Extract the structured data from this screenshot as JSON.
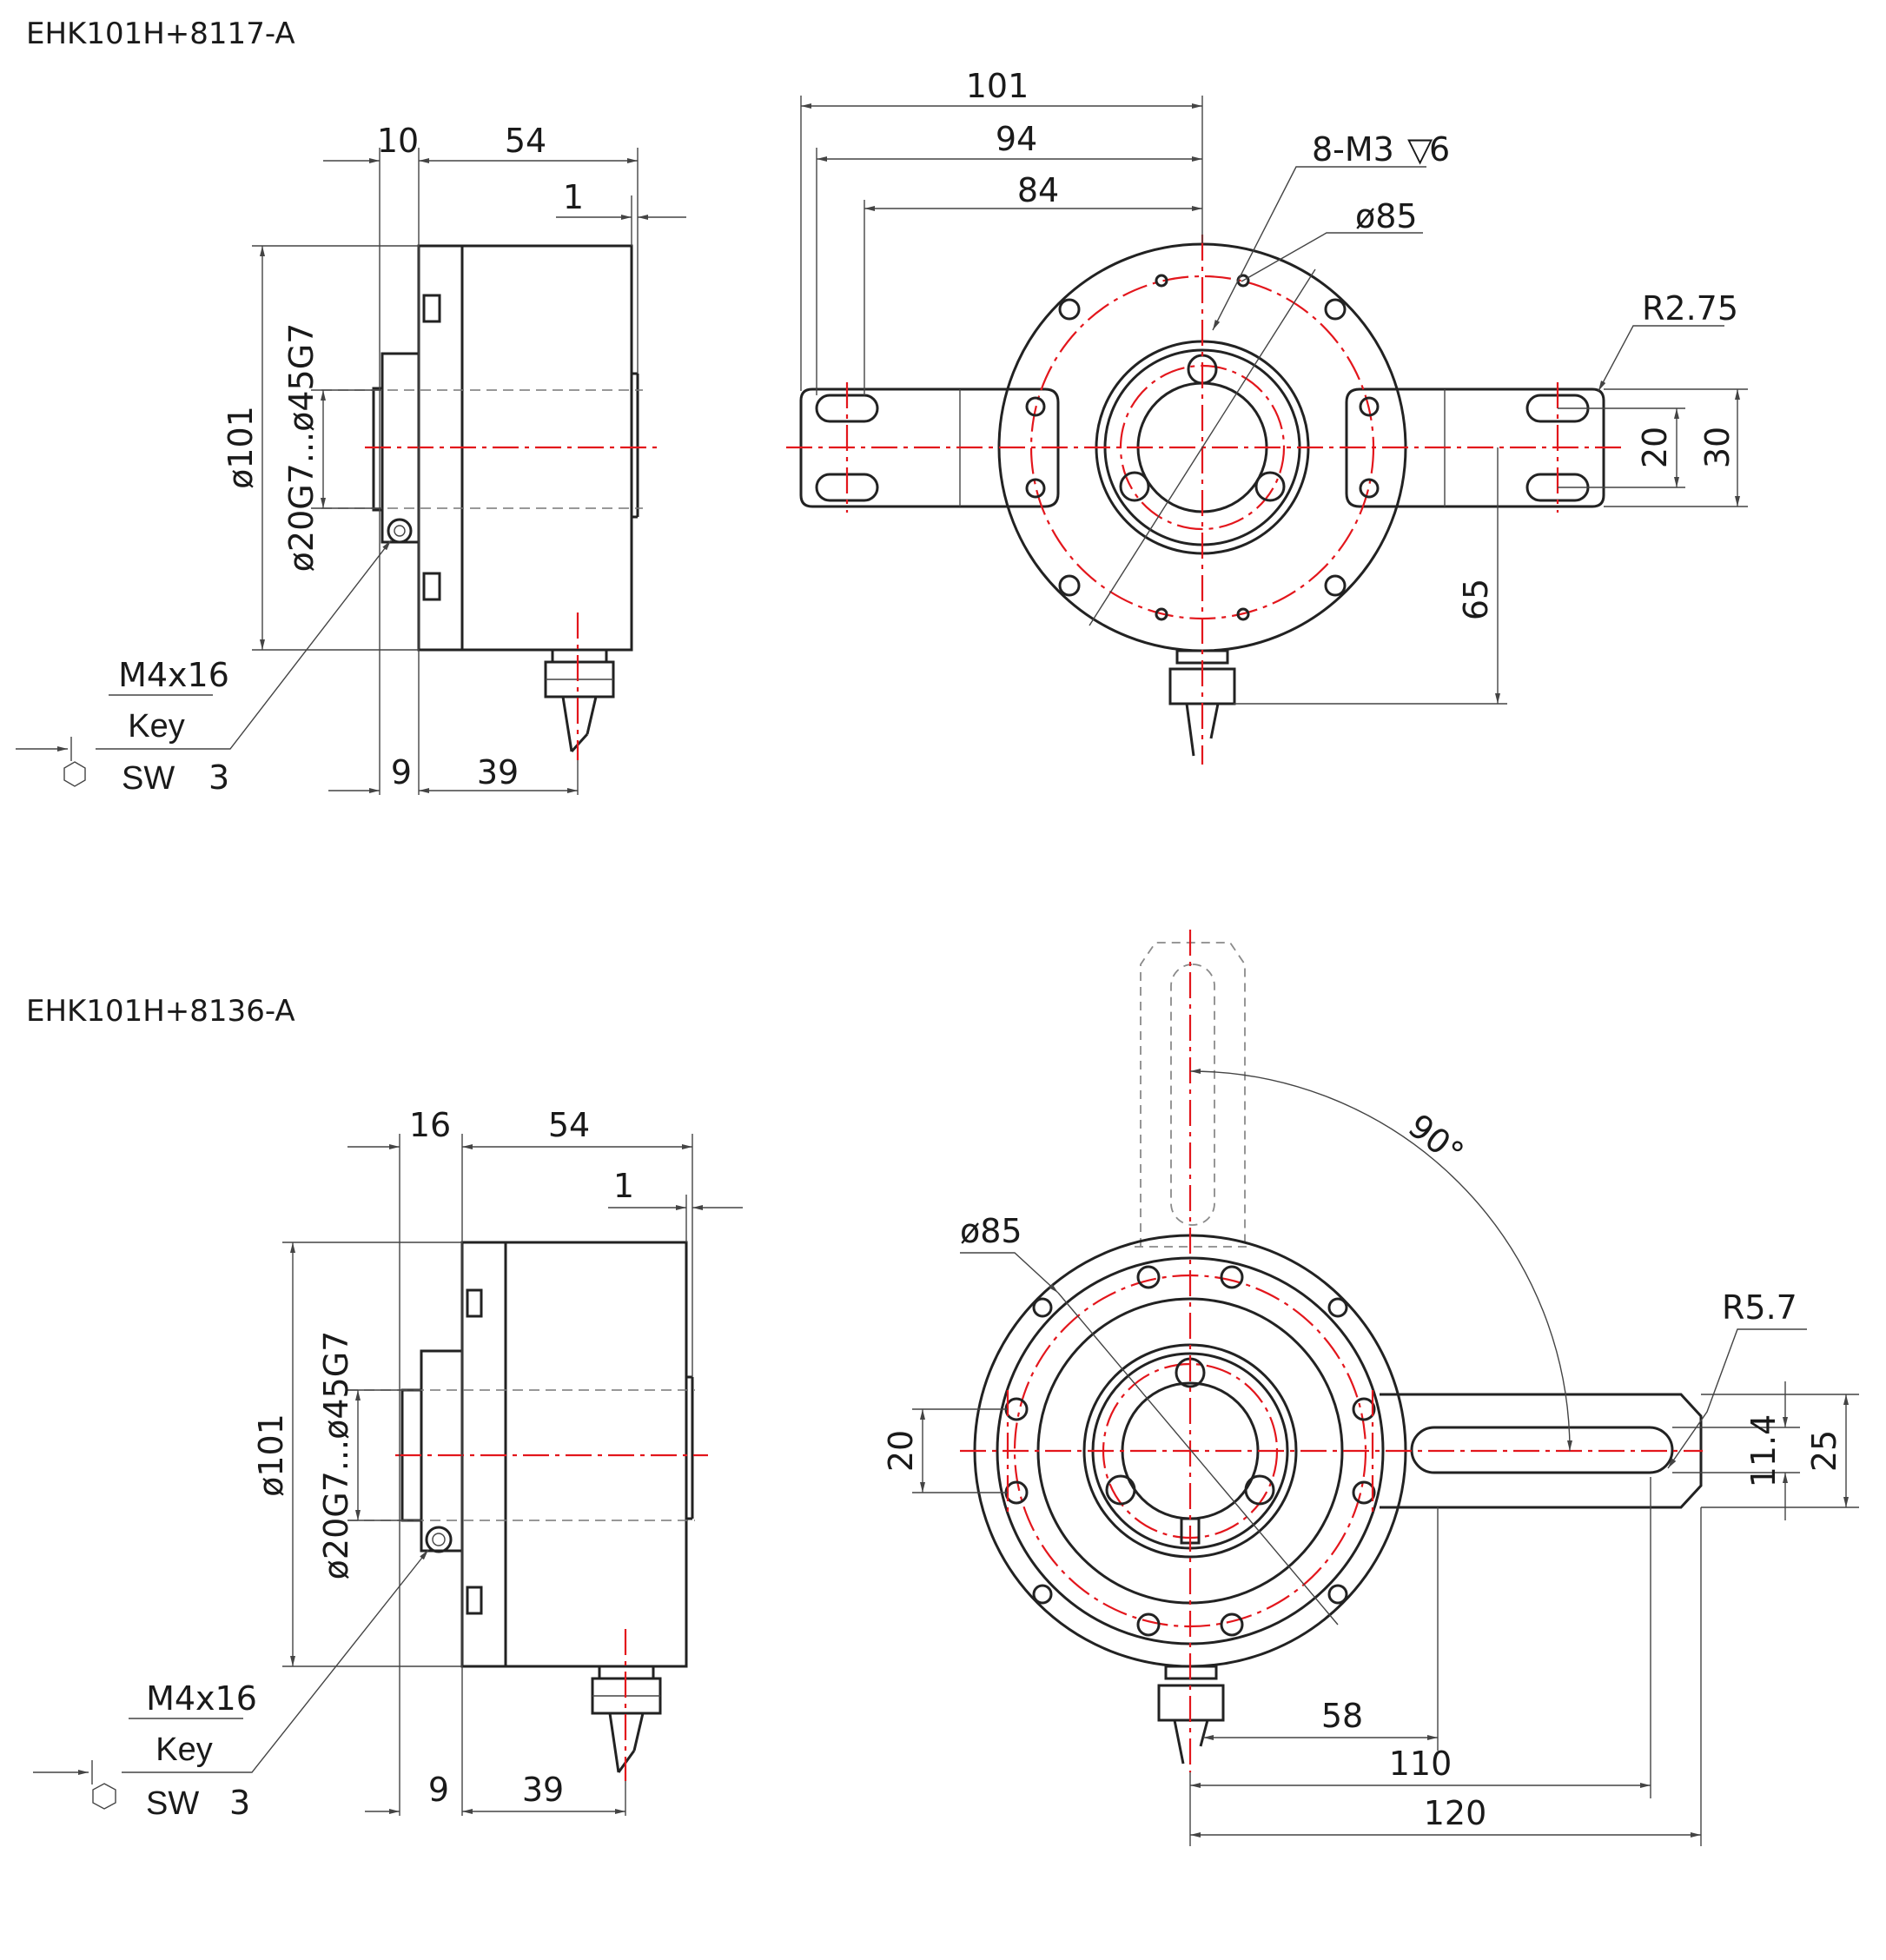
{
  "views": [
    {
      "title": "EHK101H+8117-A",
      "side": {
        "flange_width": "10",
        "body_length": "54",
        "rear_offset": "1",
        "diameter": "ø101",
        "bore": "ø20G7...ø45G7",
        "screw": "M4x16",
        "key_label": "Key",
        "sw_label": "SW",
        "sw_value": "3",
        "clamp_offset": "9",
        "cable_offset": "39"
      },
      "front": {
        "dim_outer": "101",
        "dim_mid": "94",
        "dim_inner": "84",
        "thread": "8-M3",
        "thread_depth": "6",
        "pcd": "ø85",
        "slot_radius": "R2.75",
        "slot_pitch": "20",
        "arm_width": "30",
        "arm_height": "65"
      }
    },
    {
      "title": "EHK101H+8136-A",
      "side": {
        "flange_width": "16",
        "body_length": "54",
        "rear_offset": "1",
        "diameter": "ø101",
        "bore": "ø20G7...ø45G7",
        "screw": "M4x16",
        "key_label": "Key",
        "sw_label": "SW",
        "sw_value": "3",
        "clamp_offset": "9",
        "cable_offset": "39"
      },
      "front": {
        "angle": "90°",
        "pcd": "ø85",
        "slot_radius": "R5.7",
        "hole_pitch": "20",
        "slot_width": "11.4",
        "arm_width": "25",
        "dim_58": "58",
        "dim_110": "110",
        "dim_120": "120"
      }
    }
  ]
}
